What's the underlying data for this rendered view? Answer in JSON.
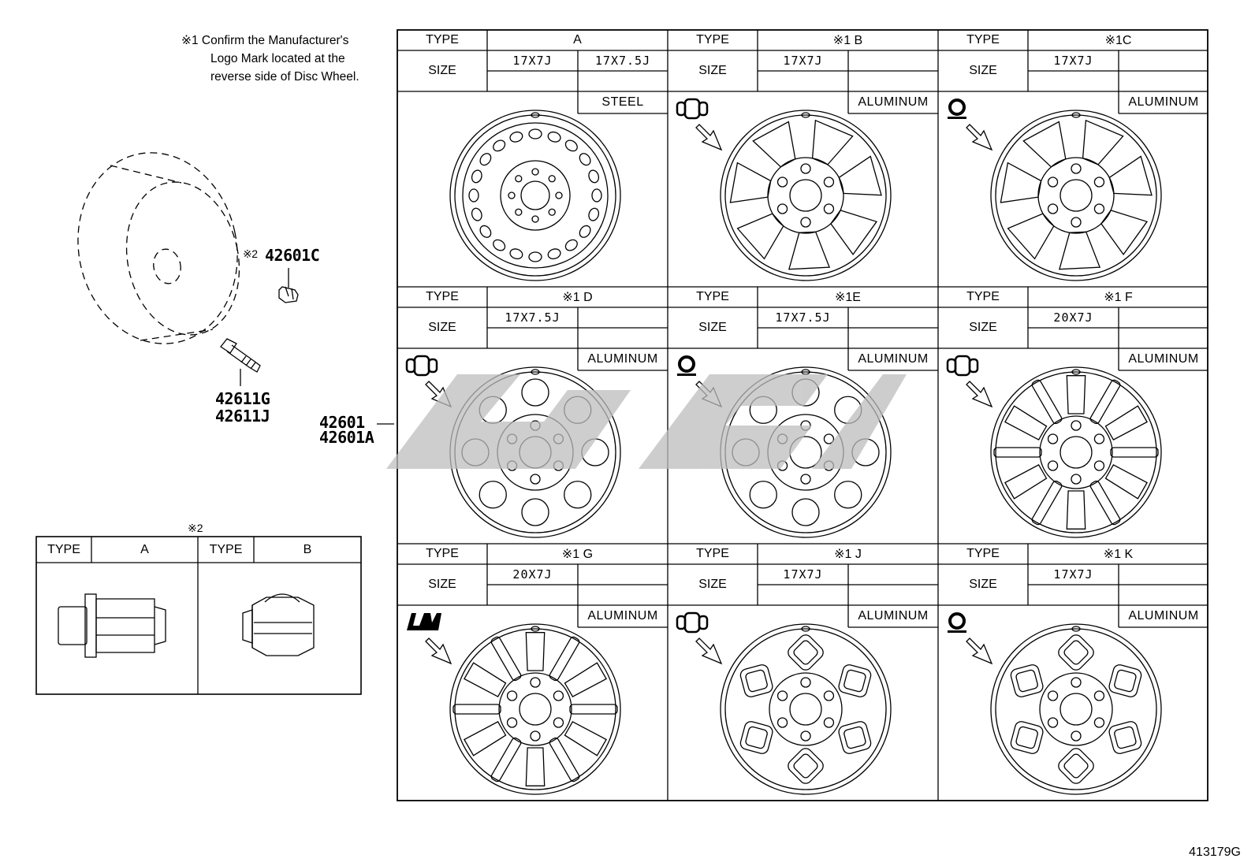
{
  "note": {
    "mark": "※1",
    "lines": [
      "Confirm the Manufacturer's",
      "Logo Mark located at the",
      "reverse side of Disc Wheel."
    ]
  },
  "parts": {
    "cap_mark": "※2",
    "cap": "42601C",
    "valve1": "42611G",
    "valve2": "42611J",
    "wheel1": "42601",
    "wheel2": "42601A"
  },
  "nut_table": {
    "mark": "※2",
    "type_label": "TYPE",
    "type_a": "A",
    "type_b": "B"
  },
  "wheel_table": {
    "type_label": "TYPE",
    "size_label": "SIZE",
    "cells": [
      {
        "type": "A",
        "size1": "17X7J",
        "size2": "17X7.5J",
        "material": "STEEL",
        "logo": "none",
        "design": "steel"
      },
      {
        "type": "※1 B",
        "size1": "17X7J",
        "size2": "",
        "material": "ALUMINUM",
        "logo": "dumbbell-logo",
        "design": "spoke7"
      },
      {
        "type": "※1C",
        "size1": "17X7J",
        "size2": "",
        "material": "ALUMINUM",
        "logo": "circle-logo",
        "design": "spoke7"
      },
      {
        "type": "※1 D",
        "size1": "17X7.5J",
        "size2": "",
        "material": "ALUMINUM",
        "logo": "dumbbell-logo",
        "design": "holes8"
      },
      {
        "type": "※1E",
        "size1": "17X7.5J",
        "size2": "",
        "material": "ALUMINUM",
        "logo": "circle-logo",
        "design": "holes8"
      },
      {
        "type": "※1 F",
        "size1": "20X7J",
        "size2": "",
        "material": "ALUMINUM",
        "logo": "dumbbell-logo",
        "design": "slots6"
      },
      {
        "type": "※1 G",
        "size1": "20X7J",
        "size2": "",
        "material": "ALUMINUM",
        "logo": "lm-logo",
        "design": "slots6"
      },
      {
        "type": "※1 J",
        "size1": "17X7J",
        "size2": "",
        "material": "ALUMINUM",
        "logo": "dumbbell-logo",
        "design": "pockets6"
      },
      {
        "type": "※1 K",
        "size1": "17X7J",
        "size2": "",
        "material": "ALUMINUM",
        "logo": "circle-logo",
        "design": "pockets6"
      }
    ]
  },
  "doc_number": "413179G"
}
